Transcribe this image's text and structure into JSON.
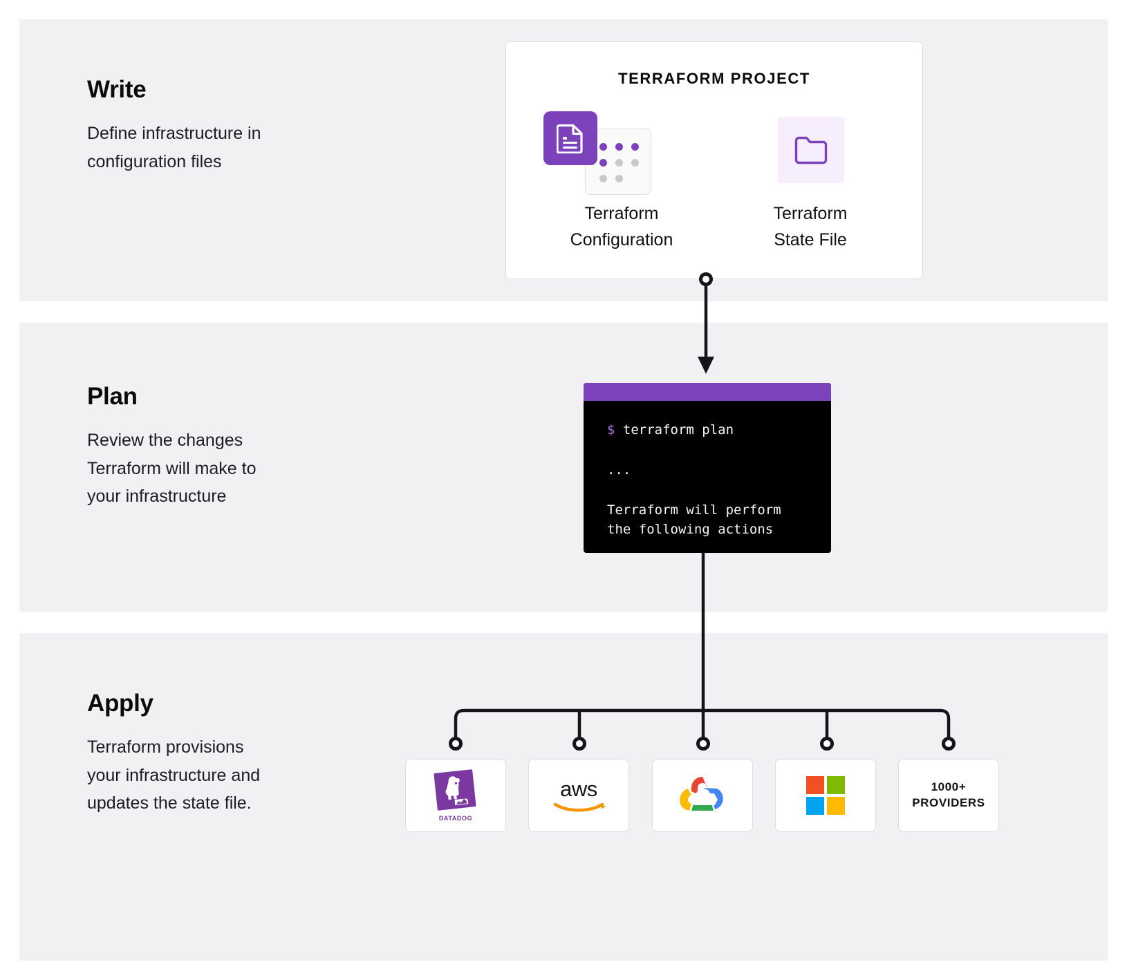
{
  "steps": [
    {
      "title": "Write",
      "description": "Define infrastructure in\nconfiguration files"
    },
    {
      "title": "Plan",
      "description": "Review the changes\nTerraform will make to\nyour infrastructure"
    },
    {
      "title": "Apply",
      "description": "Terraform provisions\nyour infrastructure and\nupdates the state file."
    }
  ],
  "project_card": {
    "title": "TERRAFORM PROJECT",
    "assets": [
      {
        "label": "Terraform\nConfiguration",
        "icon": "document-file-icon"
      },
      {
        "label": "Terraform\nState File",
        "icon": "folder-icon"
      }
    ]
  },
  "terminal": {
    "prompt_symbol": "$",
    "command": "terraform plan",
    "ellipsis": "...",
    "output_line_1": "Terraform will perform",
    "output_line_2": "the following actions",
    "titlebar_color": "#7b42bc",
    "background_color": "#000000"
  },
  "providers": [
    {
      "name": "Datadog",
      "wordmark": "DATADOG",
      "icon": "datadog-logo"
    },
    {
      "name": "aws",
      "wordmark": "aws",
      "icon": "aws-logo"
    },
    {
      "name": "Google Cloud",
      "wordmark": "",
      "icon": "google-cloud-logo"
    },
    {
      "name": "Microsoft",
      "wordmark": "",
      "icon": "microsoft-logo"
    },
    {
      "name": "More providers",
      "wordmark": "1000+\nPROVIDERS",
      "icon": "text-only"
    }
  ],
  "colors": {
    "band_background": "#f1f1f3",
    "page_background": "#ffffff",
    "accent_purple": "#7b42bc",
    "accent_purple_light": "#f6eefc",
    "connector": "#14151a",
    "card_border": "#dddde1",
    "text_primary": "#0b0b0d"
  }
}
